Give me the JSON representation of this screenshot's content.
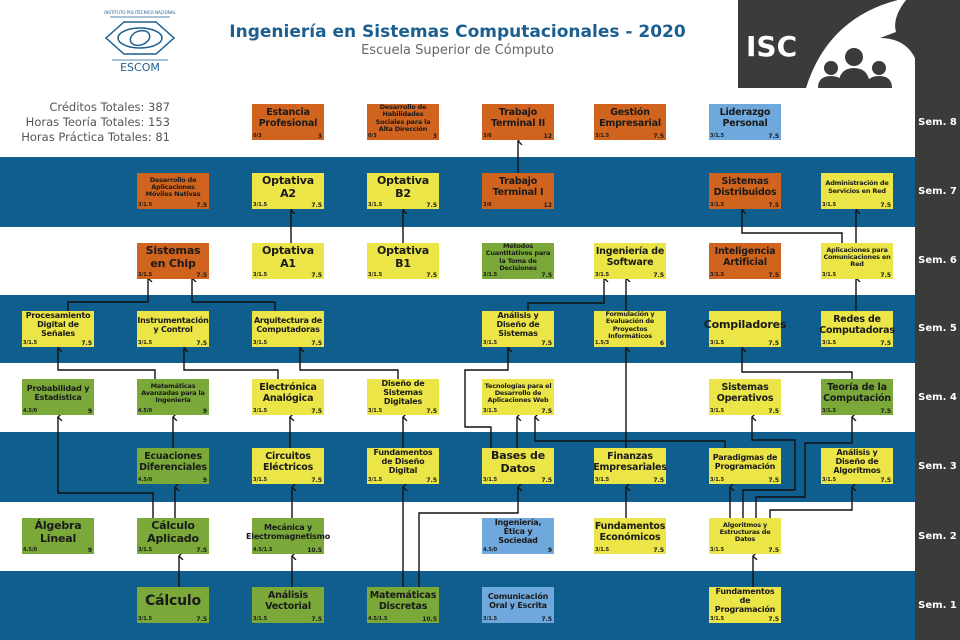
{
  "header": {
    "title": "Ingeniería en Sistemas Computacionales - 2020",
    "subtitle": "Escuela Superior de Cómputo",
    "logo_text": "ESCOM",
    "logo_caption": "INSTITUTO POLITÉCNICO NACIONAL",
    "badge": "ISC"
  },
  "stats": {
    "credits": "Créditos Totales: 387",
    "theory_hours": "Horas Teoría Totales: 153",
    "practice_hours": "Horas Práctica Totales: 81"
  },
  "colors": {
    "band_blue": "#0f5e8e",
    "orange": "#d0641f",
    "yellow": "#ebe547",
    "green": "#7aa93a",
    "light_blue": "#6fa8dc",
    "title_blue": "#1b5f91",
    "side_dark": "#3b3b3b"
  },
  "semesters": [
    {
      "label": "Sem. 8",
      "courses": [
        {
          "name": "Estancia Profesional",
          "hours": "0/3",
          "credits": "3",
          "color": "orange"
        },
        {
          "name": "Desarrollo de Habilidades Sociales para la Alta Dirección",
          "hours": "0/3",
          "credits": "3",
          "color": "orange"
        },
        {
          "name": "Trabajo Terminal II",
          "hours": "3/6",
          "credits": "12",
          "color": "orange"
        },
        {
          "name": "Gestión Empresarial",
          "hours": "3/1.5",
          "credits": "7.5",
          "color": "orange"
        },
        {
          "name": "Liderazgo Personal",
          "hours": "3/1.5",
          "credits": "7.5",
          "color": "blue"
        }
      ]
    },
    {
      "label": "Sem. 7",
      "courses": [
        {
          "name": "Desarrollo de Aplicaciones Móviles Nativas",
          "hours": "3/1.5",
          "credits": "7.5",
          "color": "orange"
        },
        {
          "name": "Optativa A2",
          "hours": "3/1.5",
          "credits": "7.5",
          "color": "yellow"
        },
        {
          "name": "Optativa B2",
          "hours": "3/1.5",
          "credits": "7.5",
          "color": "yellow"
        },
        {
          "name": "Trabajo Terminal I",
          "hours": "3/6",
          "credits": "12",
          "color": "orange"
        },
        {
          "name": "Sistemas Distribuidos",
          "hours": "3/1.5",
          "credits": "7.5",
          "color": "orange"
        },
        {
          "name": "Administración de Servicios en Red",
          "hours": "3/1.5",
          "credits": "7.5",
          "color": "yellow"
        }
      ]
    },
    {
      "label": "Sem. 6",
      "courses": [
        {
          "name": "Sistemas en Chip",
          "hours": "3/1.5",
          "credits": "7.5",
          "color": "orange"
        },
        {
          "name": "Optativa A1",
          "hours": "3/1.5",
          "credits": "7.5",
          "color": "yellow"
        },
        {
          "name": "Optativa B1",
          "hours": "3/1.5",
          "credits": "7.5",
          "color": "yellow"
        },
        {
          "name": "Métodos Cuantitativos para la Toma de Decisiones",
          "hours": "3/1.5",
          "credits": "7.5",
          "color": "green"
        },
        {
          "name": "Ingeniería de Software",
          "hours": "3/1.5",
          "credits": "7.5",
          "color": "yellow"
        },
        {
          "name": "Inteligencia Artificial",
          "hours": "3/1.5",
          "credits": "7.5",
          "color": "orange"
        },
        {
          "name": "Aplicaciones para Comunicaciones en Red",
          "hours": "3/1.5",
          "credits": "7.5",
          "color": "yellow"
        }
      ]
    },
    {
      "label": "Sem. 5",
      "courses": [
        {
          "name": "Procesamiento Digital de Señales",
          "hours": "3/1.5",
          "credits": "7.5",
          "color": "yellow"
        },
        {
          "name": "Instrumentación y Control",
          "hours": "3/1.5",
          "credits": "7.5",
          "color": "yellow"
        },
        {
          "name": "Arquitectura de Computadoras",
          "hours": "3/1.5",
          "credits": "7.5",
          "color": "yellow"
        },
        {
          "name": "Análisis y Diseño de Sistemas",
          "hours": "3/1.5",
          "credits": "7.5",
          "color": "yellow"
        },
        {
          "name": "Formulación y Evaluación de Proyectos Informáticos",
          "hours": "1.5/3",
          "credits": "6",
          "color": "yellow"
        },
        {
          "name": "Compiladores",
          "hours": "3/1.5",
          "credits": "7.5",
          "color": "yellow"
        },
        {
          "name": "Redes de Computadoras",
          "hours": "3/1.5",
          "credits": "7.5",
          "color": "yellow"
        }
      ]
    },
    {
      "label": "Sem. 4",
      "courses": [
        {
          "name": "Probabilidad y Estadística",
          "hours": "4.5/0",
          "credits": "9",
          "color": "green"
        },
        {
          "name": "Matemáticas Avanzadas para la Ingeniería",
          "hours": "4.5/0",
          "credits": "9",
          "color": "green"
        },
        {
          "name": "Electrónica Analógica",
          "hours": "3/1.5",
          "credits": "7.5",
          "color": "yellow"
        },
        {
          "name": "Diseño de Sistemas Digitales",
          "hours": "3/1.5",
          "credits": "7.5",
          "color": "yellow"
        },
        {
          "name": "Tecnologías para el Desarrollo de Aplicaciones Web",
          "hours": "3/1.5",
          "credits": "7.5",
          "color": "yellow"
        },
        {
          "name": "Sistemas Operativos",
          "hours": "3/1.5",
          "credits": "7.5",
          "color": "yellow"
        },
        {
          "name": "Teoría de la Computación",
          "hours": "3/1.5",
          "credits": "7.5",
          "color": "green"
        }
      ]
    },
    {
      "label": "Sem. 3",
      "courses": [
        {
          "name": "Ecuaciones Diferenciales",
          "hours": "4.5/0",
          "credits": "9",
          "color": "green"
        },
        {
          "name": "Circuitos Eléctricos",
          "hours": "3/1.5",
          "credits": "7.5",
          "color": "yellow"
        },
        {
          "name": "Fundamentos de Diseño Digital",
          "hours": "3/1.5",
          "credits": "7.5",
          "color": "yellow"
        },
        {
          "name": "Bases de Datos",
          "hours": "3/1.5",
          "credits": "7.5",
          "color": "yellow"
        },
        {
          "name": "Finanzas Empresariales",
          "hours": "3/1.5",
          "credits": "7.5",
          "color": "yellow"
        },
        {
          "name": "Paradigmas de Programación",
          "hours": "3/1.5",
          "credits": "7.5",
          "color": "yellow"
        },
        {
          "name": "Análisis y Diseño de Algoritmos",
          "hours": "3/1.5",
          "credits": "7.5",
          "color": "yellow"
        }
      ]
    },
    {
      "label": "Sem. 2",
      "courses": [
        {
          "name": "Álgebra Lineal",
          "hours": "4.5/0",
          "credits": "9",
          "color": "green"
        },
        {
          "name": "Cálculo Aplicado",
          "hours": "3/1.5",
          "credits": "7.5",
          "color": "green"
        },
        {
          "name": "Mecánica y Electromagnetismo",
          "hours": "4.5/1.5",
          "credits": "10.5",
          "color": "green"
        },
        {
          "name": "Ingeniería, Ética y Sociedad",
          "hours": "4.5/0",
          "credits": "9",
          "color": "blue"
        },
        {
          "name": "Fundamentos Económicos",
          "hours": "3/1.5",
          "credits": "7.5",
          "color": "yellow"
        },
        {
          "name": "Algoritmos y Estructuras de Datos",
          "hours": "3/1.5",
          "credits": "7.5",
          "color": "yellow"
        }
      ]
    },
    {
      "label": "Sem. 1",
      "courses": [
        {
          "name": "Cálculo",
          "hours": "3/1.5",
          "credits": "7.5",
          "color": "green"
        },
        {
          "name": "Análisis Vectorial",
          "hours": "3/1.5",
          "credits": "7.5",
          "color": "green"
        },
        {
          "name": "Matemáticas Discretas",
          "hours": "4.5/1.5",
          "credits": "10.5",
          "color": "green"
        },
        {
          "name": "Comunicación Oral y Escrita",
          "hours": "3/1.5",
          "credits": "7.5",
          "color": "blue"
        },
        {
          "name": "Fundamentos de Programación",
          "hours": "3/1.5",
          "credits": "7.5",
          "color": "yellow"
        }
      ]
    }
  ]
}
